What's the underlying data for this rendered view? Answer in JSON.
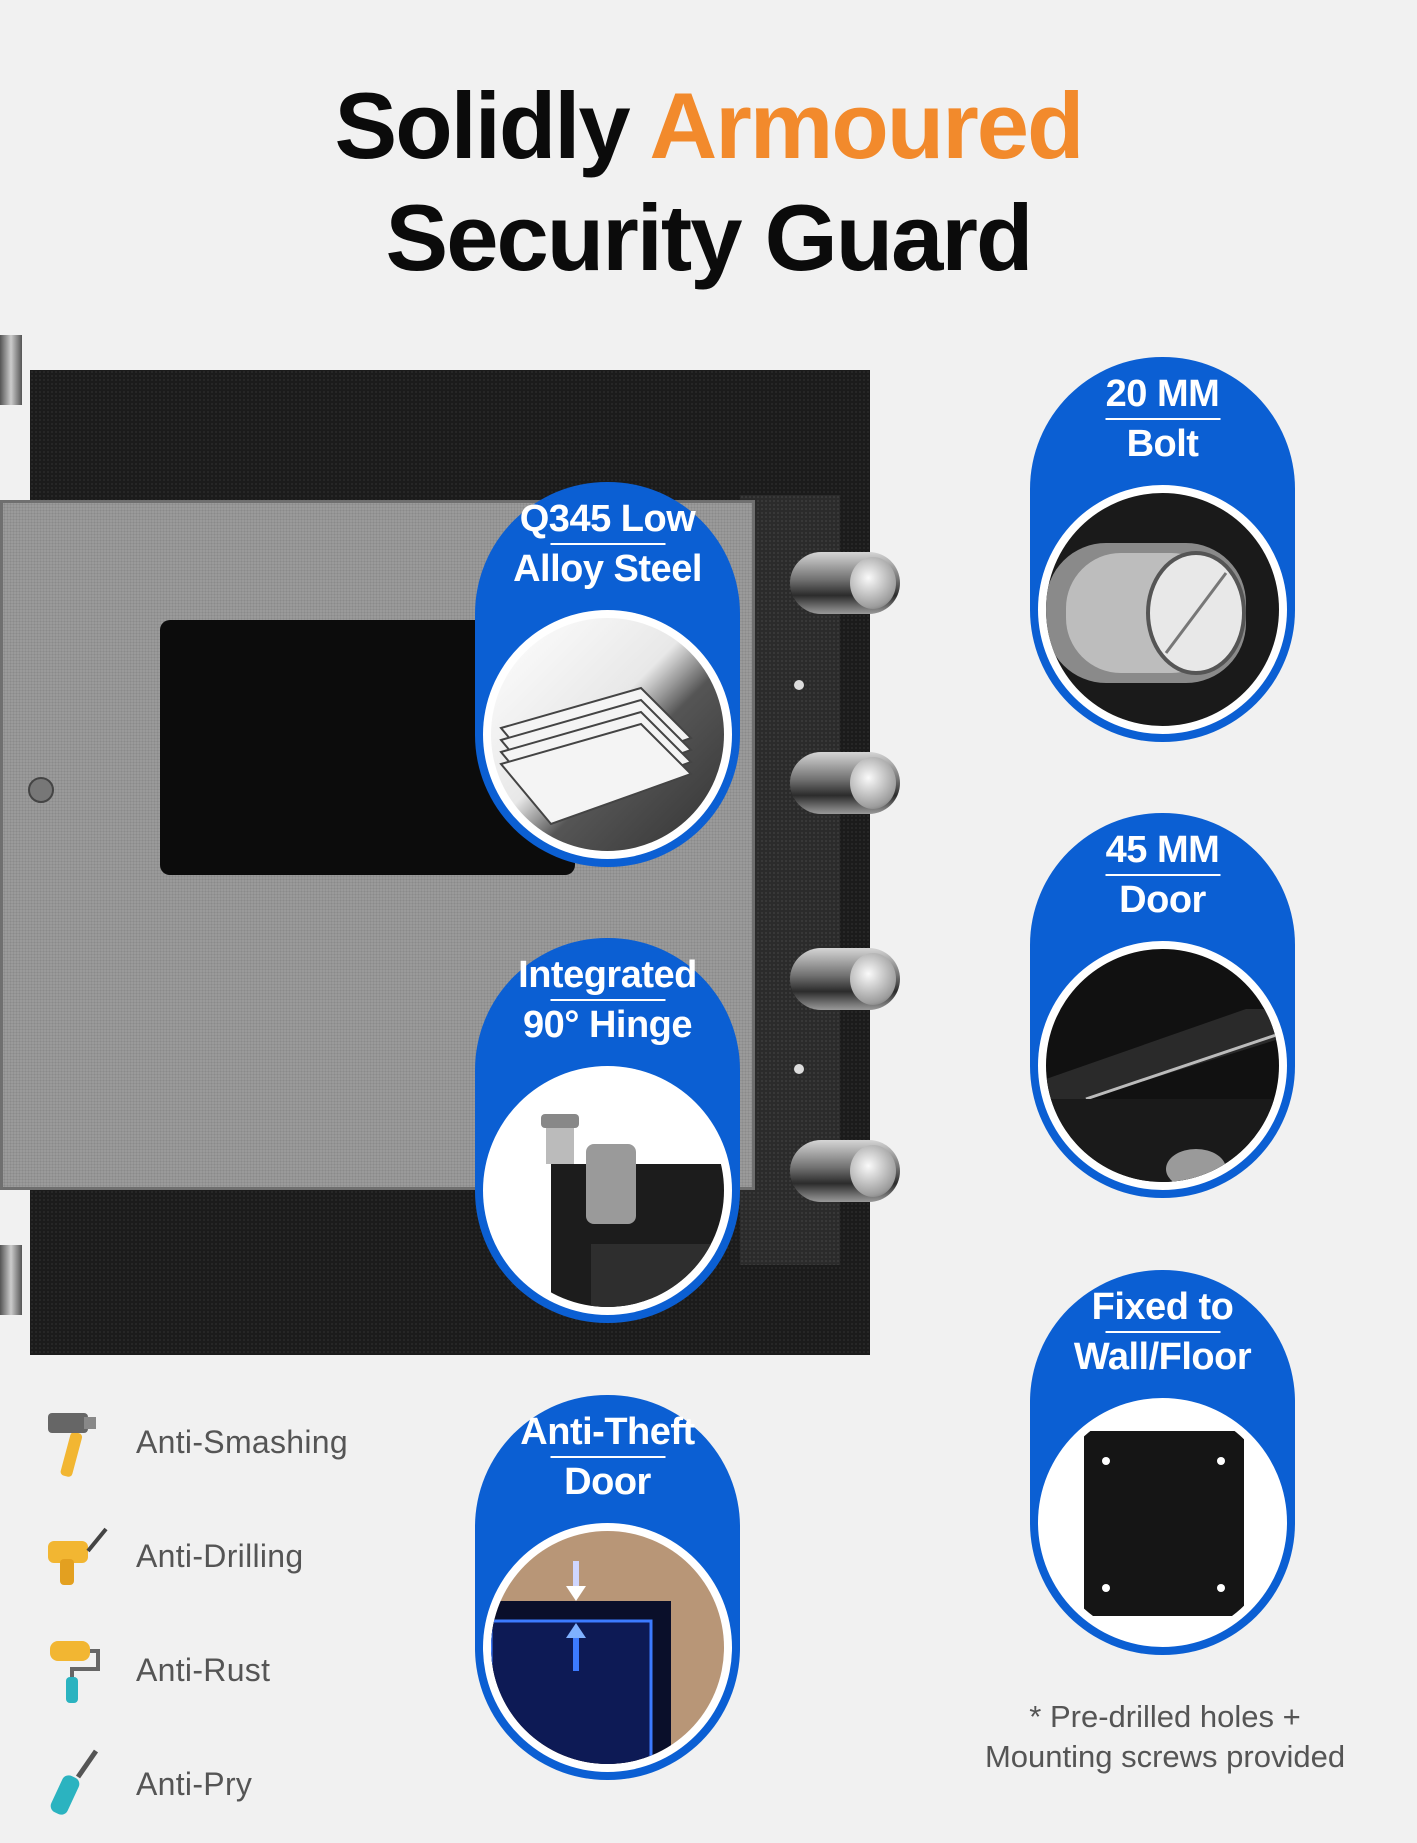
{
  "title": {
    "line1_plain": "Solidly ",
    "line1_accent": "Armoured",
    "line2": "Security Guard"
  },
  "cards": [
    {
      "line1": "Q345 Low",
      "line2": "Alloy Steel",
      "icon": "steel-sheets-icon"
    },
    {
      "line1": "Integrated",
      "line2": "90° Hinge",
      "icon": "hinge-icon"
    },
    {
      "line1": "Anti-Theft",
      "line2": "Door",
      "icon": "door-gap-icon"
    },
    {
      "line1": "20 MM",
      "line2": "Bolt",
      "icon": "bolt-icon"
    },
    {
      "line1": "45 MM",
      "line2": "Door",
      "icon": "door-thickness-icon"
    },
    {
      "line1": "Fixed to",
      "line2": "Wall/Floor",
      "icon": "mounting-plate-icon"
    }
  ],
  "features": [
    {
      "label": "Anti-Smashing",
      "icon": "hammer-icon"
    },
    {
      "label": "Anti-Drilling",
      "icon": "drill-icon"
    },
    {
      "label": "Anti-Rust",
      "icon": "paint-roller-icon"
    },
    {
      "label": "Anti-Pry",
      "icon": "screwdriver-icon"
    }
  ],
  "note": {
    "line1": "* Pre-drilled holes +",
    "line2": "Mounting screws provided"
  },
  "colors": {
    "accent": "#f28a2c",
    "card_blue": "#0b5fd3",
    "background": "#f1f1f1"
  }
}
